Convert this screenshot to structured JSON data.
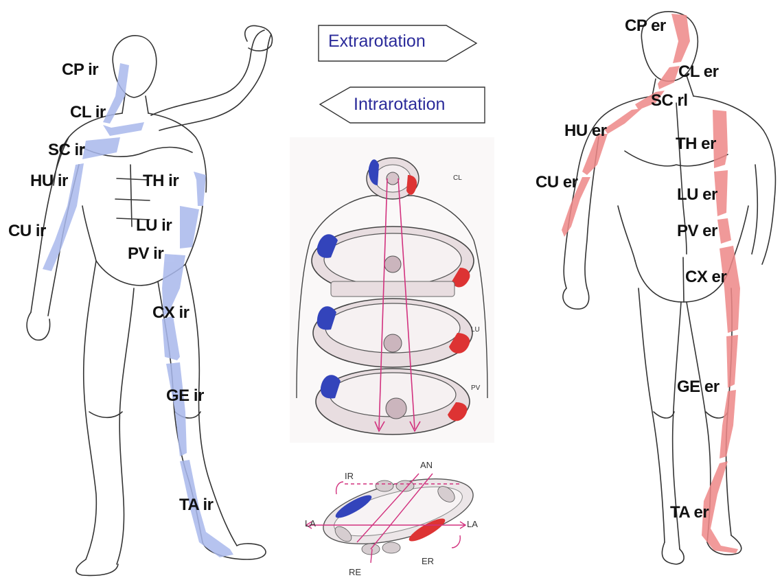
{
  "arrows": {
    "extra": "Extrarotation",
    "intra": "Intrarotation"
  },
  "left_labels": {
    "cp": "CP ir",
    "cl": "CL ir",
    "sc": "SC ir",
    "hu": "HU ir",
    "th": "TH ir",
    "cu": "CU ir",
    "lu": "LU ir",
    "pv": "PV ir",
    "cx": "CX ir",
    "ge": "GE ir",
    "ta": "TA ir"
  },
  "right_labels": {
    "cp": "CP er",
    "cl": "CL er",
    "sc": "SC rl",
    "hu": "HU er",
    "th": "TH er",
    "cu": "CU er",
    "lu": "LU er",
    "pv": "PV er",
    "cx": "CX er",
    "ge": "GE er",
    "ta": "TA er"
  },
  "cross_sections": {
    "cl": "CL",
    "lu": "LU",
    "pv": "PV"
  },
  "ellipse": {
    "ir": "IR",
    "an": "AN",
    "la_left": "LA",
    "la_right": "LA",
    "re": "RE",
    "er": "ER"
  },
  "colors": {
    "intra_blue": "#a9b8ec",
    "extra_red": "#ee8888",
    "muscle_blue": "#3344bb",
    "muscle_red": "#dd3333",
    "arrow_magenta": "#d2317e",
    "label_blue": "#2b2b9a"
  }
}
